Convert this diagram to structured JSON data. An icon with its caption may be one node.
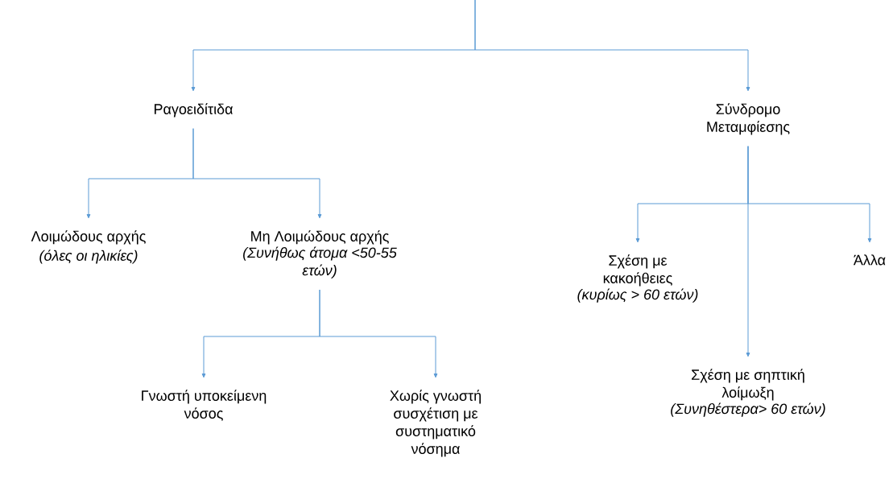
{
  "diagram": {
    "nodes": [
      {
        "text": [
          "Ραγοειδίτιδα"
        ]
      },
      {
        "text": [
          "Σύνδρομο Μεταμφίεσης"
        ]
      },
      {
        "text": [
          "Λοιμώδους αρχής",
          "(όλες οι ηλικίες)"
        ]
      },
      {
        "text": [
          "Μη Λοιμώδους αρχής",
          "(Συνήθως άτομα <50-55 ετών)"
        ]
      },
      {
        "text": [
          "Γνωστή υποκείμενη νόσος"
        ]
      },
      {
        "text": [
          "Χωρίς γνωστή συσχέτιση με συστηματικό νόσημα"
        ]
      },
      {
        "text": [
          "Σχέση με κακοήθειες",
          "(κυρίως > 60 ετών)"
        ]
      },
      {
        "text": [
          "Άλλα"
        ]
      },
      {
        "text": [
          "Σχέση με σηπτική λοίμωξη",
          "(Συνηθέστερα> 60 ετών)"
        ]
      }
    ],
    "edges": [
      {
        "from": null,
        "to": 0,
        "arrow": "to"
      },
      {
        "from": null,
        "to": 1,
        "arrow": "to"
      },
      {
        "from": 0,
        "to": 2,
        "arrow": "to"
      },
      {
        "from": 0,
        "to": 3,
        "arrow": "to"
      },
      {
        "from": 3,
        "to": 4,
        "arrow": "to"
      },
      {
        "from": 3,
        "to": 5,
        "arrow": "to"
      },
      {
        "from": 1,
        "to": 6,
        "arrow": "to"
      },
      {
        "from": 1,
        "to": 7,
        "arrow": "to"
      },
      {
        "from": 1,
        "to": 8,
        "arrow": "to"
      }
    ]
  }
}
